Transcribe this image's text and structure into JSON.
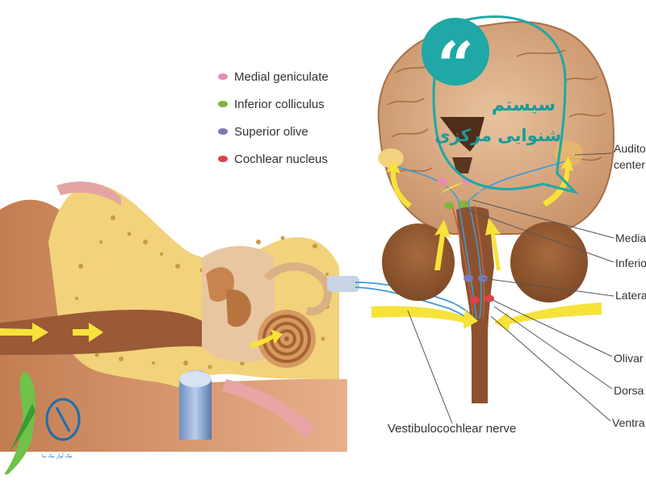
{
  "legend": [
    {
      "label": "Medial geniculate",
      "color": "#e98ab4"
    },
    {
      "label": "Inferior colliculus",
      "color": "#7fb539"
    },
    {
      "label": "Superior olive",
      "color": "#7b79b5"
    },
    {
      "label": "Cochlear nucleus",
      "color": "#e0404a"
    }
  ],
  "right_labels": {
    "auditory_1": "Audito",
    "auditory_2": "center",
    "medial": "Media",
    "inferior": "Inferio",
    "lateral": "Latera",
    "olivary": "Olivar",
    "dorsal": "Dorsa",
    "ventral": "Ventra"
  },
  "nerve_label": "Vestibulocochlear nerve",
  "overlay_title": {
    "line1": "سیستم",
    "line2": "شنوایی مرکزی"
  },
  "quote_mark": "“",
  "logo_text": "نیک آواز نیک ما",
  "colors": {
    "teal": "#1fa8a6",
    "pathway_blue": "#3d9ad6",
    "arrow_yellow": "#f7e23a"
  }
}
